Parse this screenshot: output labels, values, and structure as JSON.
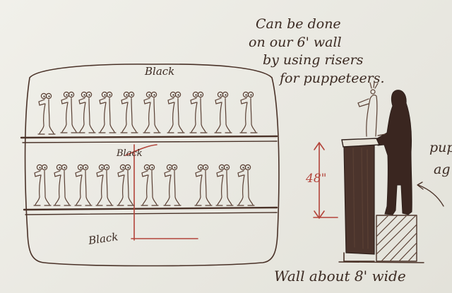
{
  "note": {
    "line1": "Can be done",
    "line2": "on our 6' wall",
    "line3": "by using risers",
    "line4": "for puppeteers."
  },
  "stage": {
    "label_top": "Black",
    "label_middle": "Black",
    "label_bottom": "Black"
  },
  "side_view": {
    "height_label": "48\"",
    "wall_label": "Wall about 8' wide",
    "edge_text_1": "pup",
    "edge_text_2": "ag"
  },
  "colors": {
    "ink": "#4a3228",
    "red_pencil": "#b3443a",
    "paper": "#ecebe4"
  }
}
